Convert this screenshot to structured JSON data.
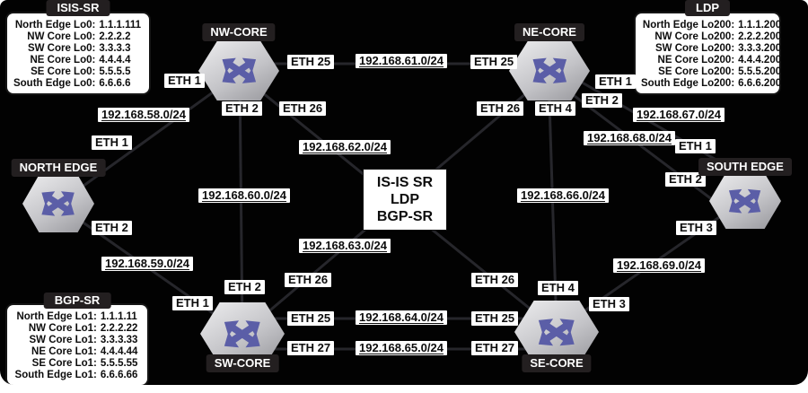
{
  "colors": {
    "panel_bg": "#020202",
    "link_line": "#26262b",
    "arrow_accent": "#5b5ea7",
    "hex_light": "#e6e6e8",
    "hex_dark": "#95959a",
    "tab_bg": "#231f20",
    "label_bg": "#ffffff",
    "label_text": "#0d0d0d"
  },
  "center_box": {
    "lines": [
      "IS-IS SR",
      "LDP",
      "BGP-SR"
    ]
  },
  "routers": [
    {
      "name": "NW-CORE"
    },
    {
      "name": "NE-CORE"
    },
    {
      "name": "NORTH EDGE"
    },
    {
      "name": "SOUTH EDGE"
    },
    {
      "name": "SW-CORE"
    },
    {
      "name": "SE-CORE"
    }
  ],
  "eth": {
    "nw_eth1": "ETH 1",
    "nw_eth2": "ETH 2",
    "nw_eth25": "ETH 25",
    "nw_eth26": "ETH 26",
    "ne_eth25": "ETH 25",
    "ne_eth26": "ETH 26",
    "ne_eth4": "ETH 4",
    "ne_eth1": "ETH 1",
    "ne_eth2": "ETH 2",
    "north_eth1": "ETH 1",
    "north_eth2": "ETH 2",
    "sw_eth1": "ETH 1",
    "sw_eth2": "ETH 2",
    "sw_eth26": "ETH 26",
    "sw_eth25": "ETH 25",
    "sw_eth27": "ETH 27",
    "se_eth26": "ETH 26",
    "se_eth4": "ETH 4",
    "se_eth3": "ETH 3",
    "se_eth25": "ETH 25",
    "se_eth27": "ETH 27",
    "south_eth1": "ETH 1",
    "south_eth2": "ETH 2",
    "south_eth3": "ETH 3"
  },
  "subnets": {
    "s58": "192.168.58.0/24",
    "s59": "192.168.59.0/24",
    "s60": "192.168.60.0/24",
    "s61": "192.168.61.0/24",
    "s62": "192.168.62.0/24",
    "s63": "192.168.63.0/24",
    "s64": "192.168.64.0/24",
    "s65": "192.168.65.0/24",
    "s66": "192.168.66.0/24",
    "s67": "192.168.67.0/24",
    "s68": "192.168.68.0/24",
    "s69": "192.168.69.0/24"
  },
  "legends": [
    {
      "title": "ISIS-SR",
      "entries": [
        {
          "label": "North Edge Lo0:",
          "value": "1.1.1.111"
        },
        {
          "label": "NW Core Lo0:",
          "value": "2.2.2.2"
        },
        {
          "label": "SW Core Lo0:",
          "value": "3.3.3.3"
        },
        {
          "label": "NE Core Lo0:",
          "value": "4.4.4.4"
        },
        {
          "label": "SE Core Lo0:",
          "value": "5.5.5.5"
        },
        {
          "label": "South Edge Lo0:",
          "value": "6.6.6.6"
        }
      ]
    },
    {
      "title": "LDP",
      "entries": [
        {
          "label": "North Edge Lo200:",
          "value": "1.1.1.200"
        },
        {
          "label": "NW Core Lo200:",
          "value": "2.2.2.200"
        },
        {
          "label": "SW Core Lo200:",
          "value": "3.3.3.200"
        },
        {
          "label": "NE Core Lo200:",
          "value": "4.4.4.200"
        },
        {
          "label": "SE Core Lo200:",
          "value": "5.5.5.200"
        },
        {
          "label": "South Edge Lo200:",
          "value": "6.6.6.200"
        }
      ]
    },
    {
      "title": "BGP-SR",
      "entries": [
        {
          "label": "North Edge Lo1:",
          "value": "1.1.1.11"
        },
        {
          "label": "NW Core Lo1:",
          "value": "2.2.2.22"
        },
        {
          "label": "SW Core Lo1:",
          "value": "3.3.3.33"
        },
        {
          "label": "NE Core Lo1:",
          "value": "4.4.4.44"
        },
        {
          "label": "SE Core Lo1:",
          "value": "5.5.5.55"
        },
        {
          "label": "South Edge Lo1:",
          "value": "6.6.6.66"
        }
      ]
    }
  ]
}
